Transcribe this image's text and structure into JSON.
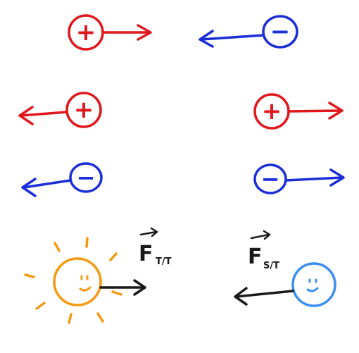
{
  "colors": {
    "positive": "#e0181c",
    "negative": "#1a2ed8",
    "sun": "#f39a12",
    "earth": "#3a8ff0",
    "force": "#1a1a1a",
    "background": "#ffffff"
  },
  "signs": {
    "plus": "+",
    "minus": "−"
  },
  "forces": {
    "sun_on_earth": {
      "symbol": "F",
      "subscript": "T/T"
    },
    "earth_on_sun": {
      "symbol": "F",
      "subscript": "S/T"
    }
  }
}
